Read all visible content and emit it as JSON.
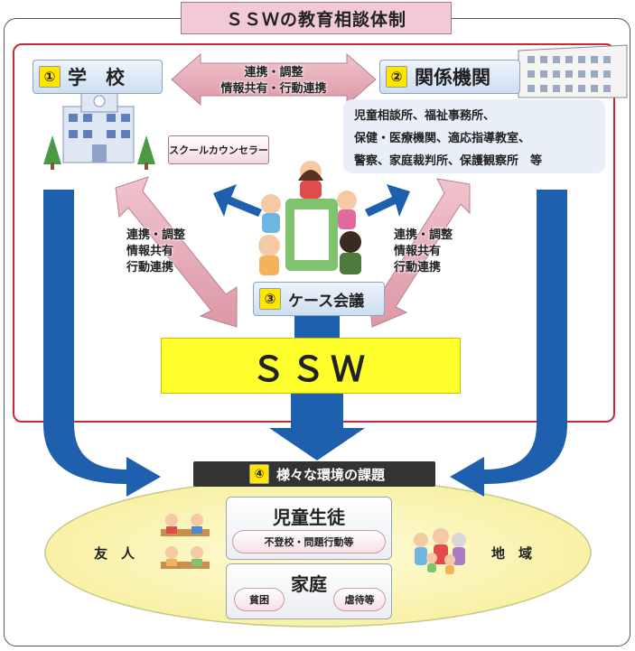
{
  "title": "ＳＳＷの教育相談体制",
  "school": {
    "number": "①",
    "label": "学　校",
    "counselor": "スクールカウンセラー"
  },
  "agencies": {
    "number": "②",
    "label": "関係機関",
    "list": [
      "児童相談所、福祉事務所、",
      "保健・医療機関、適応指導教室、",
      "警察、家庭裁判所、保護観察所　等"
    ]
  },
  "top_link": [
    "連携・調整",
    "情報共有・行動連携"
  ],
  "left_link": [
    "連携・調整",
    "情報共有",
    "行動連携"
  ],
  "right_link": [
    "連携・調整",
    "情報共有",
    "行動連携"
  ],
  "case_meeting": {
    "number": "③",
    "label": "ケース会議"
  },
  "ssw": "ＳＳＷ",
  "issues": {
    "number": "④",
    "label": "様々な環境の課題"
  },
  "friends": "友　人",
  "community": "地　域",
  "students": {
    "label": "児童生徒",
    "sub": "不登校・問題行動等"
  },
  "family": {
    "label": "家庭",
    "sub1": "貧困",
    "sub2": "虐待等"
  },
  "colors": {
    "blue_arrow": "#1e5fae",
    "pink_arrow": "#e6aab6",
    "yellow": "#ffff2e",
    "red_frame": "#c8283a",
    "title_pink": "#f2c9d8"
  }
}
